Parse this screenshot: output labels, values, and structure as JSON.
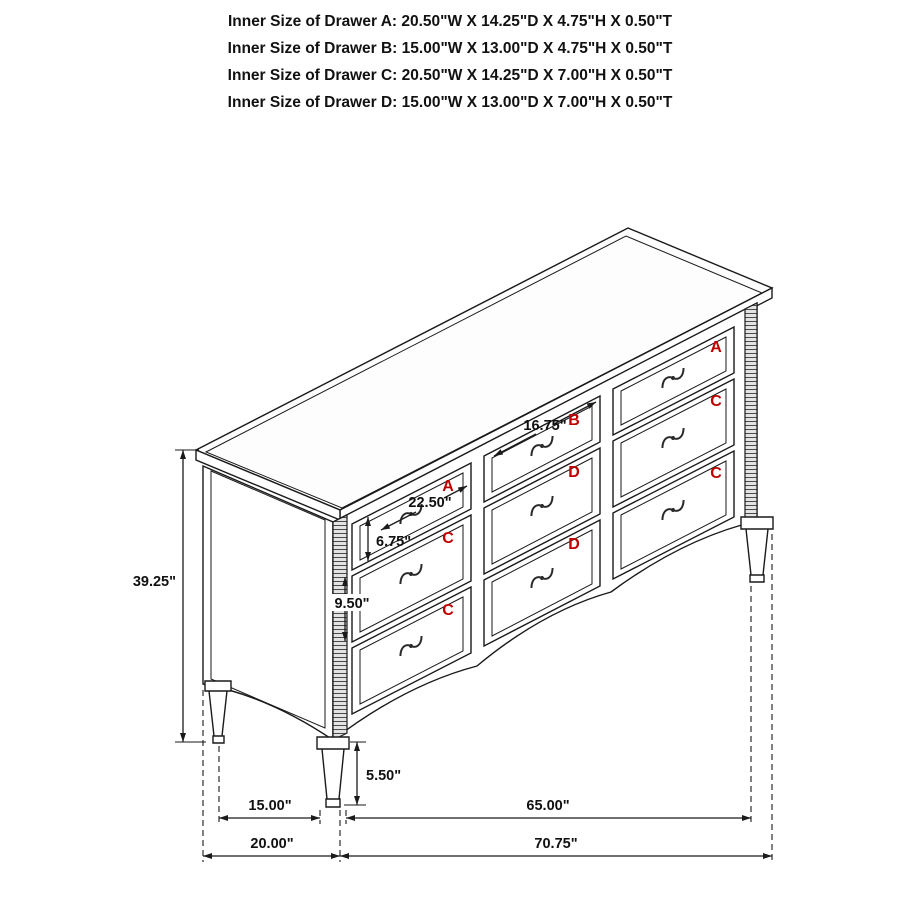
{
  "header": {
    "lines": [
      "Inner Size of Drawer A: 20.50\"W X 14.25\"D X 4.75\"H X 0.50\"T",
      "Inner Size of Drawer B: 15.00\"W X 13.00\"D X 4.75\"H X 0.50\"T",
      "Inner Size of Drawer C: 20.50\"W X 14.25\"D X 7.00\"H X 0.50\"T",
      "Inner Size of Drawer D: 15.00\"W X 13.00\"D X 7.00\"H X 0.50\"T"
    ]
  },
  "dimensions": {
    "overall_height": "39.25\"",
    "drawer_b_front_width": "16.75\"",
    "drawer_a_front_width": "22.50\"",
    "top_drawer_front_height": "6.75\"",
    "lower_drawer_front_height": "9.50\"",
    "leg_height": "5.50\"",
    "leg_spacing_depth": "15.00\"",
    "leg_spacing_width": "65.00\"",
    "overall_depth": "20.00\"",
    "overall_width": "70.75\""
  },
  "drawer_labels": {
    "a": "A",
    "b": "B",
    "c": "C",
    "d": "D"
  },
  "colors": {
    "line": "#1a1a1a",
    "label_red": "#c00000",
    "background": "#ffffff"
  }
}
